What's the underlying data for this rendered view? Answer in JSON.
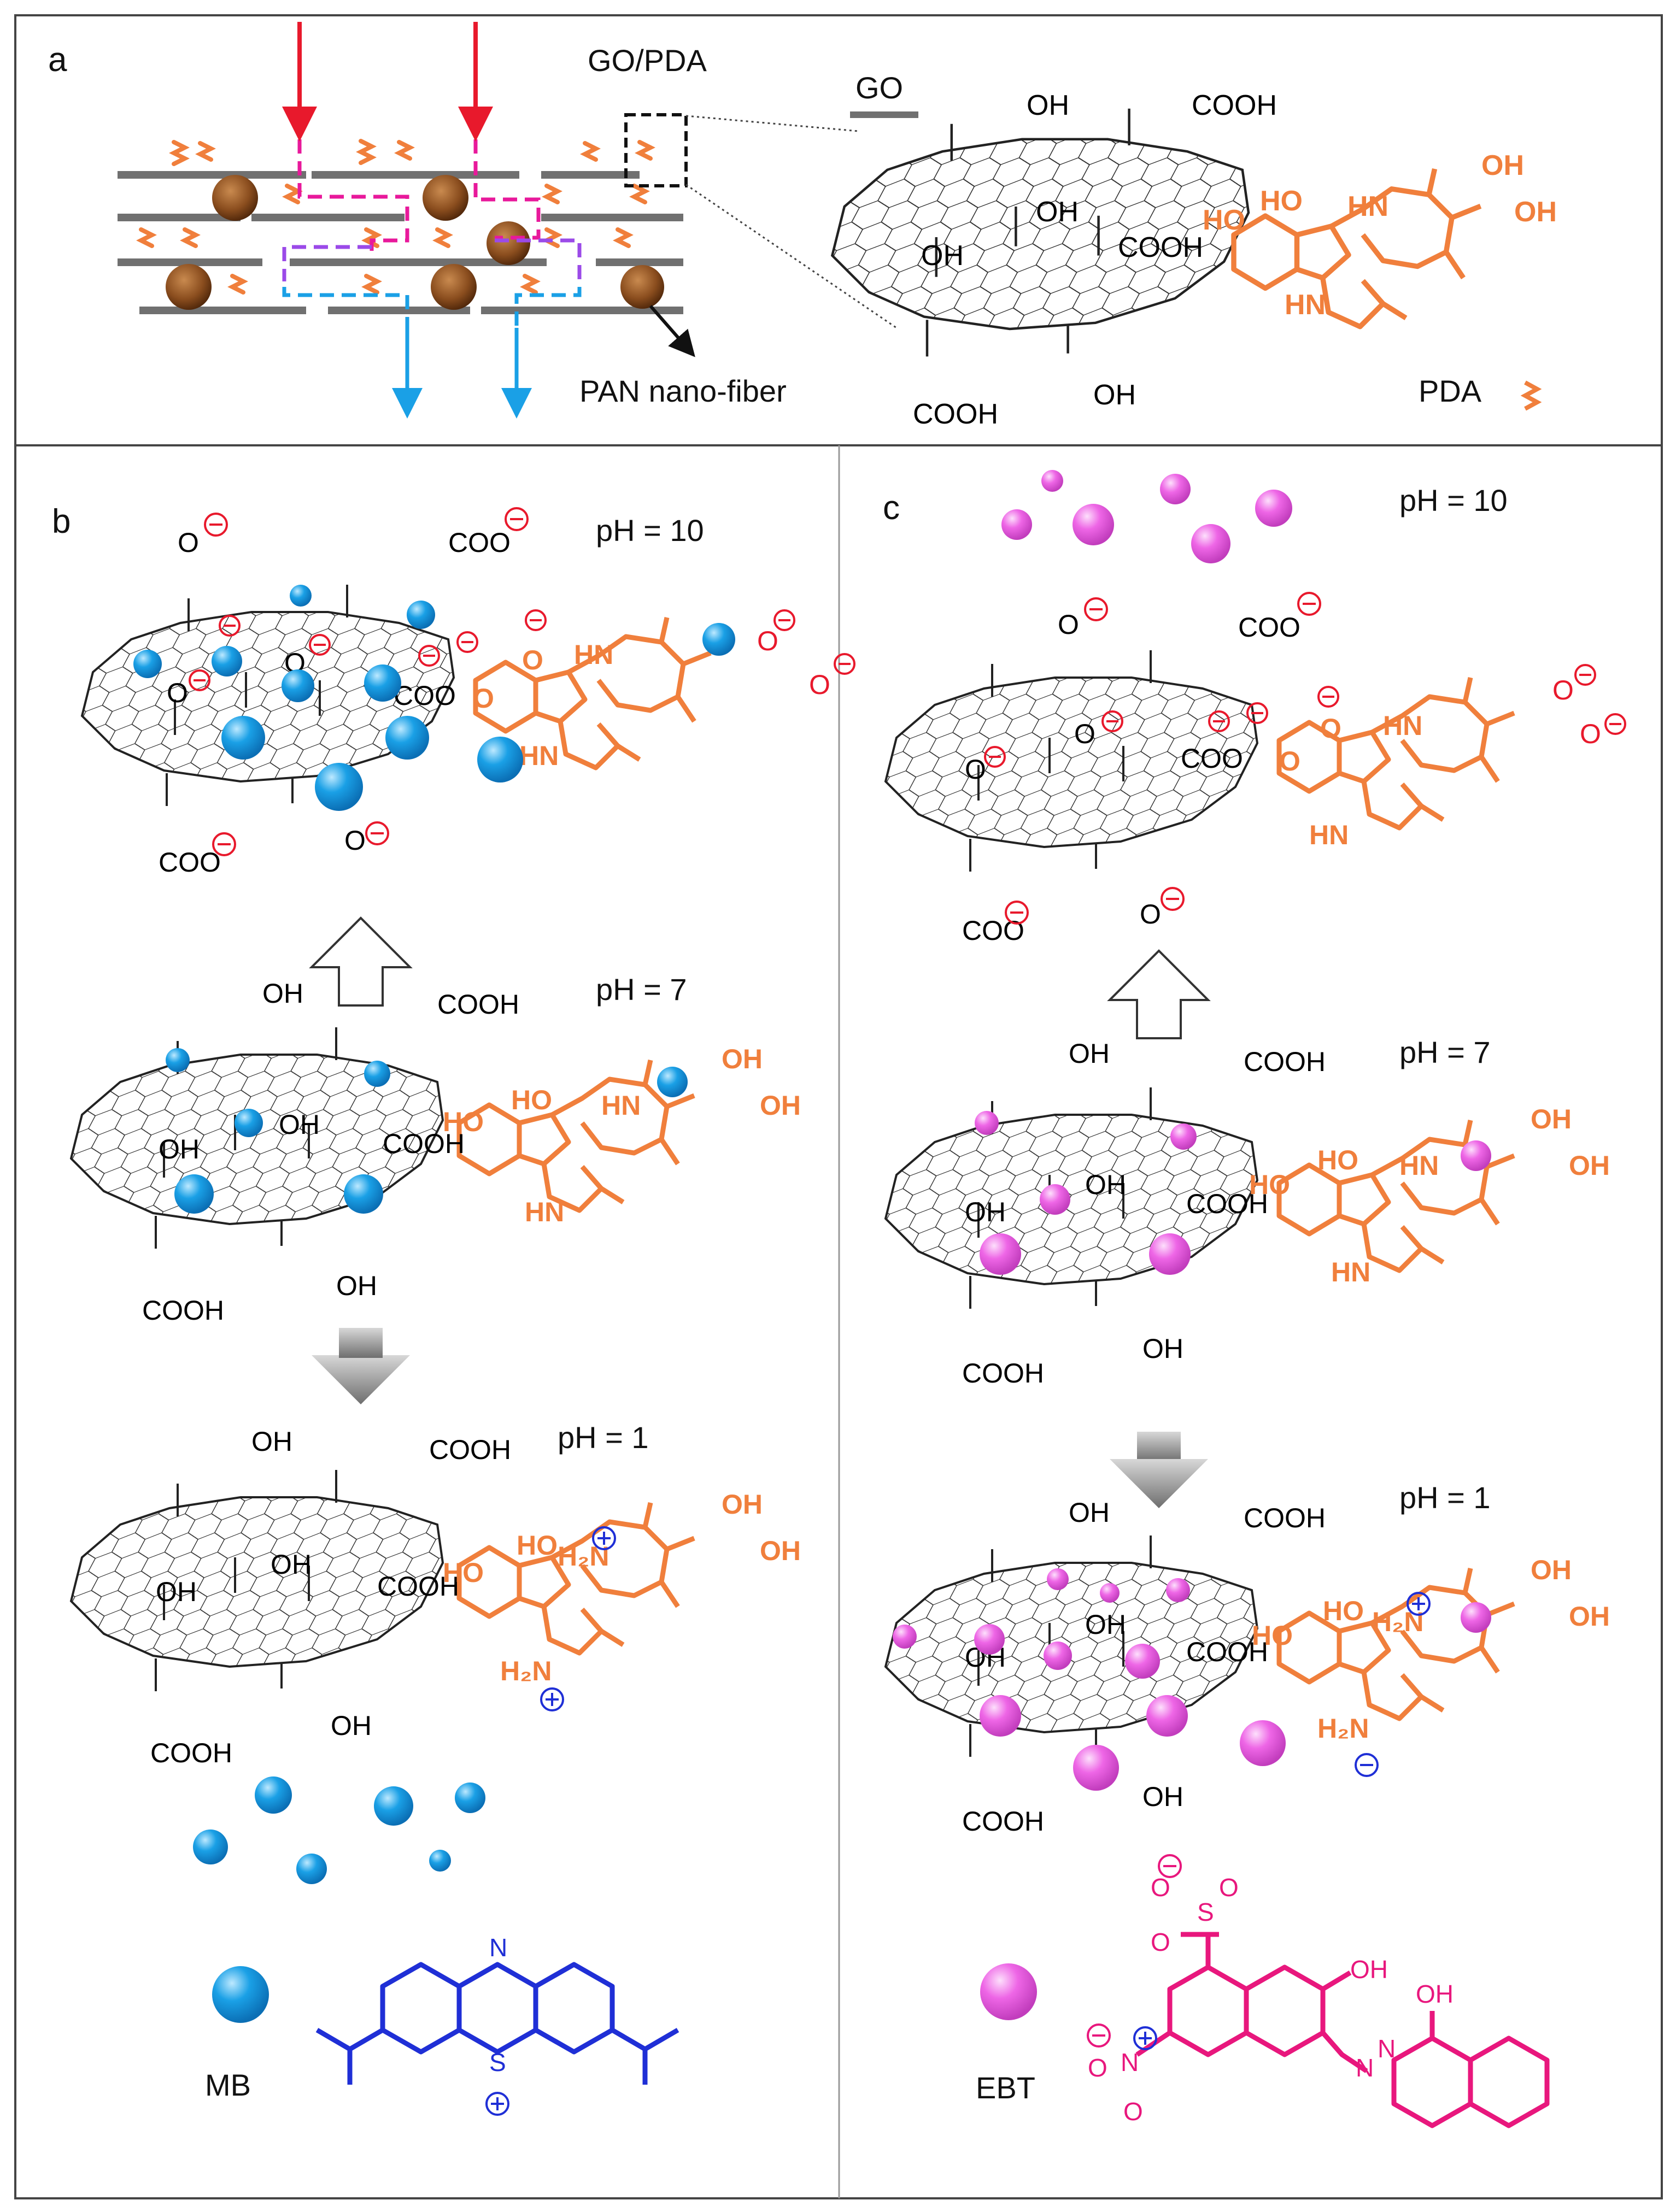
{
  "panels": {
    "a": "a",
    "b": "b",
    "c": "c"
  },
  "panel_a": {
    "go_pda": "GO/PDA",
    "go": "GO",
    "pan": "PAN nano-fiber",
    "pda": "PDA"
  },
  "groups": {
    "oh": "OH",
    "ho": "HO",
    "cooh": "COOH",
    "coo": "COO",
    "o": "O",
    "hn": "HN",
    "h2n": "H₂N",
    "n": "N",
    "s": "S"
  },
  "ph": {
    "ph10": "pH = 10",
    "ph7": "pH = 7",
    "ph1": "pH = 1"
  },
  "legend": {
    "mb": "MB",
    "ebt": "EBT"
  },
  "colors": {
    "orange": "#f07f3c",
    "red": "#e8192c",
    "cyan_dye": "#1aa0e6",
    "pink_dye": "#ee66e6",
    "blue_mb": "#1f2fd6",
    "magenta_ebt": "#e8177d"
  }
}
